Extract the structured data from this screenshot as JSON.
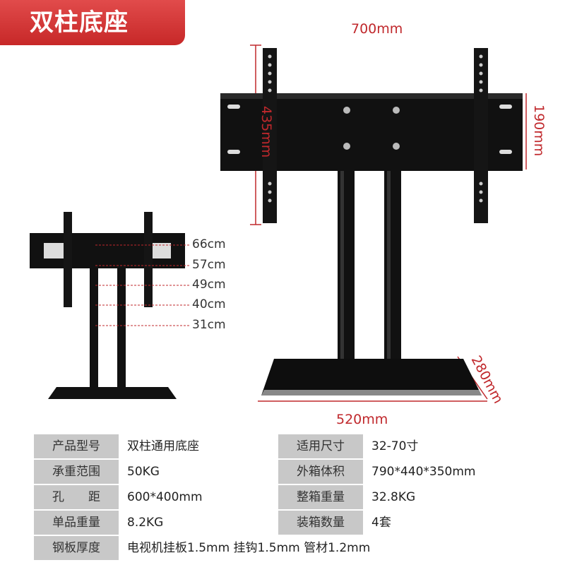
{
  "title": "双柱底座",
  "dimensions": {
    "width_top": "700mm",
    "bracket_height": "435mm",
    "panel_height": "190mm",
    "base_width": "520mm",
    "base_depth": "280mm"
  },
  "height_options": [
    "66cm",
    "57cm",
    "49cm",
    "40cm",
    "31cm"
  ],
  "specs": {
    "rows": [
      {
        "k1": "产品型号",
        "v1": "双柱通用底座",
        "k2": "适用尺寸",
        "v2": "32-70寸"
      },
      {
        "k1": "承重范围",
        "v1": "50KG",
        "k2": "外箱体积",
        "v2": "790*440*350mm"
      },
      {
        "k1": "孔　　距",
        "v1": "600*400mm",
        "k2": "整箱重量",
        "v2": "32.8KG"
      },
      {
        "k1": "单品重量",
        "v1": "8.2KG",
        "k2": "装箱数量",
        "v2": "4套"
      }
    ],
    "last": {
      "k": "钢板厚度",
      "v": "电视机挂板1.5mm 挂钩1.5mm 管材1.2mm"
    }
  },
  "colors": {
    "accent": "#c72828",
    "dimension": "#c0282c",
    "label_bg": "#c8c8c8"
  }
}
